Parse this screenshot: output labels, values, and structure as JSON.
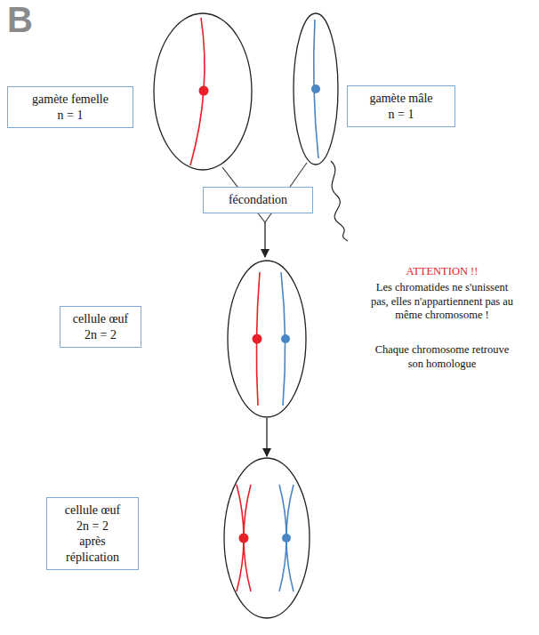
{
  "diagram": {
    "nodes": [
      {
        "text": [
          "gamète femelle",
          "n = 1"
        ]
      },
      {
        "text": [
          "gamète mâle",
          "n = 1"
        ]
      },
      {
        "text": [
          "fécondation"
        ]
      },
      {
        "text": [
          "cellule œuf",
          "2n = 2"
        ]
      },
      {
        "text": [
          "cellule œuf",
          "2n = 2",
          "après réplication"
        ]
      }
    ],
    "labels": [
      "B",
      "ATTENTION !!",
      "Les chromatides ne s'unissent pas, elles n'appartiennent pas au même chromosome !",
      "Chaque chromosome retrouve son homologue"
    ]
  }
}
